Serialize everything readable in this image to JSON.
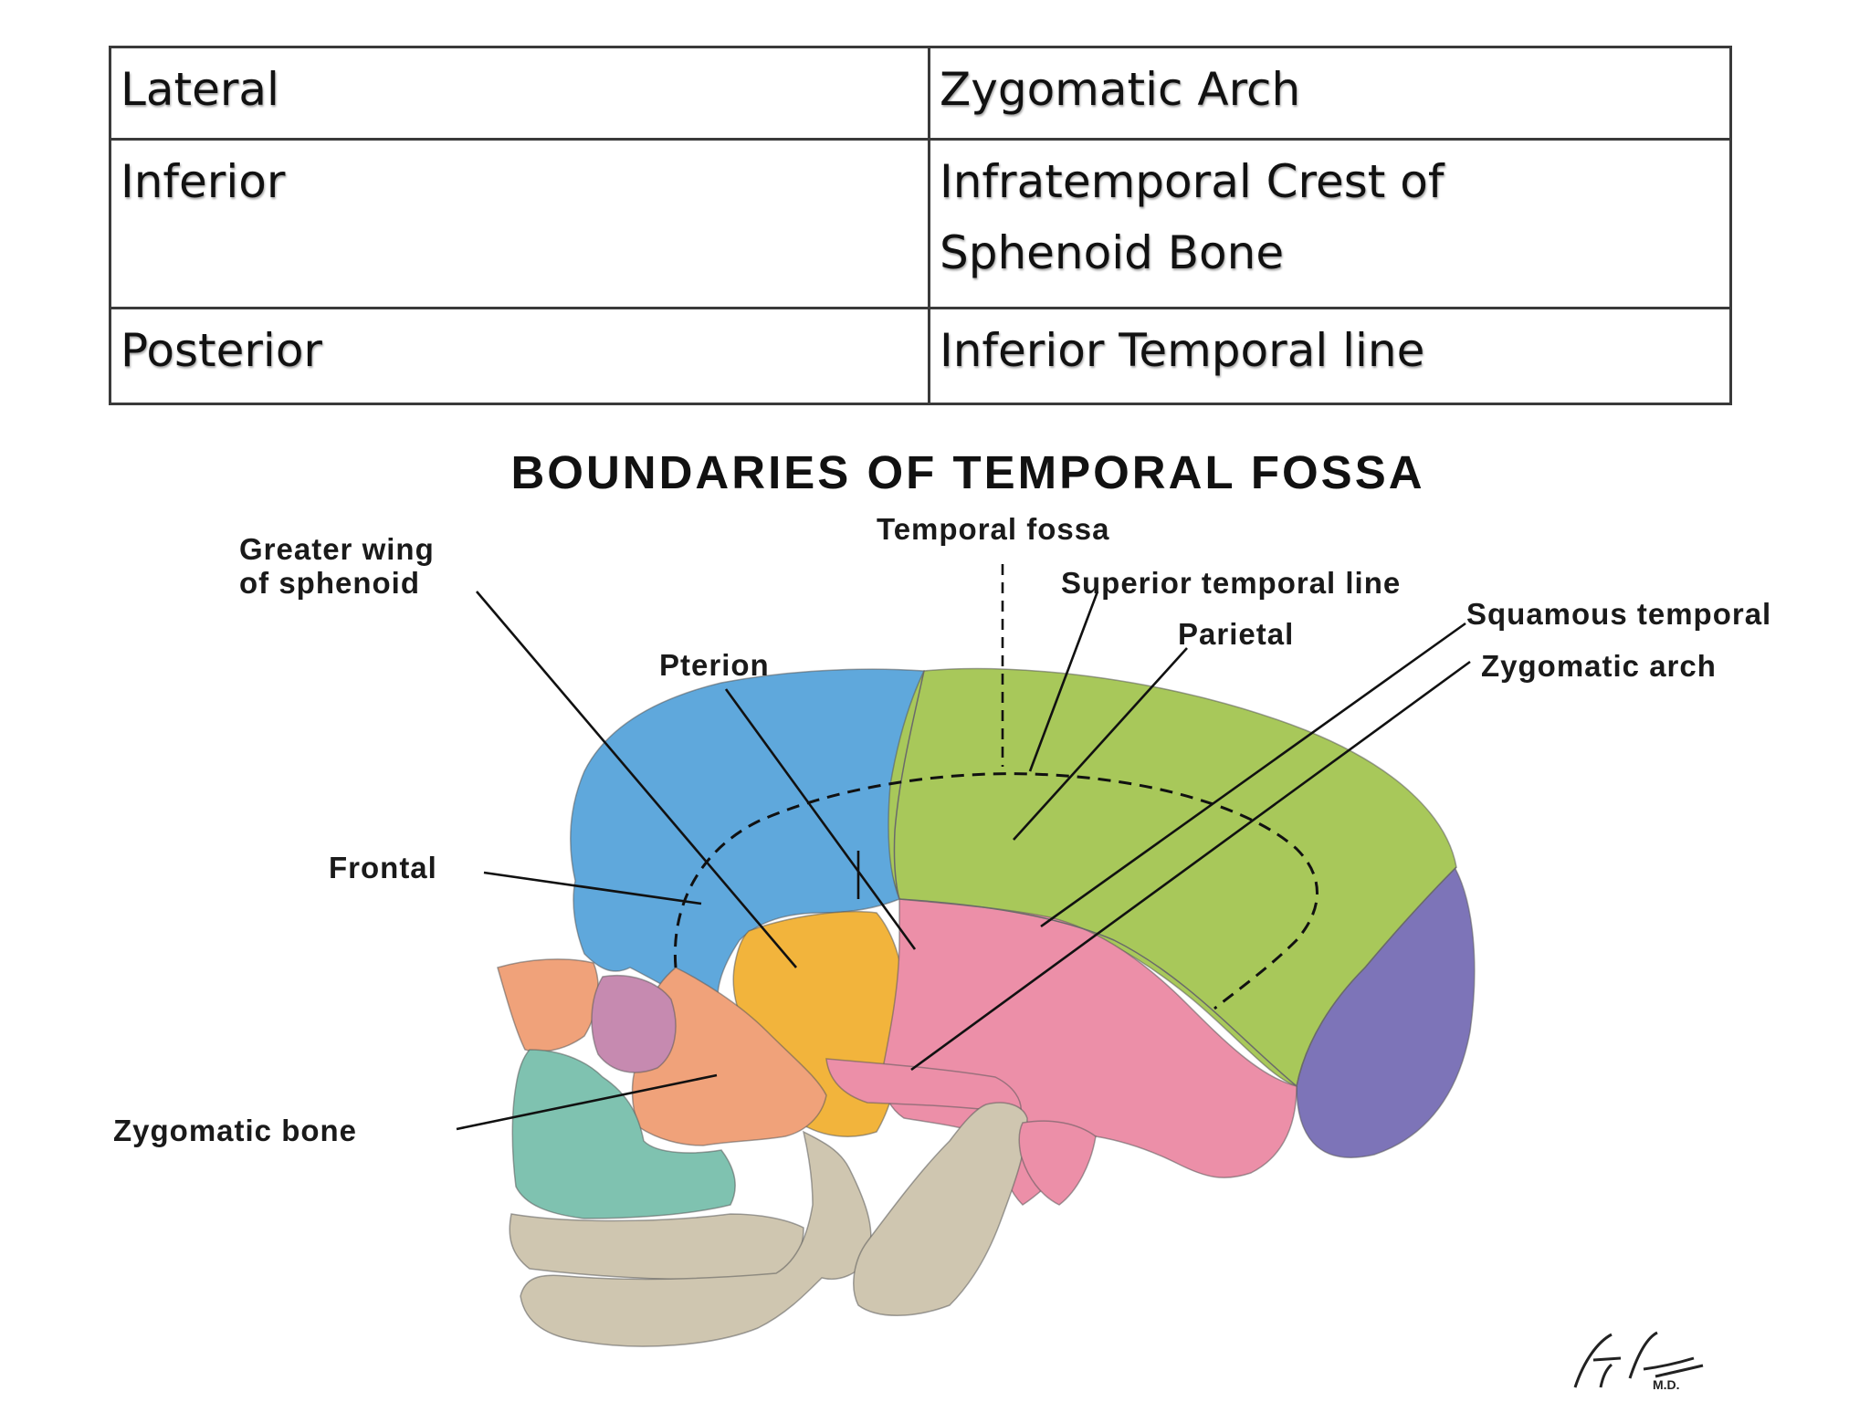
{
  "table": {
    "rows": [
      {
        "boundary": "Lateral",
        "structure": "Zygomatic Arch"
      },
      {
        "boundary": "Inferior",
        "structure_line1": "Infratemporal Crest of",
        "structure_line2": "Sphenoid Bone"
      },
      {
        "boundary": "Posterior",
        "structure": "Inferior Temporal line"
      }
    ]
  },
  "diagram": {
    "title": "BOUNDARIES OF TEMPORAL FOSSA",
    "labels": {
      "greater_wing_line1": "Greater wing",
      "greater_wing_line2": "of sphenoid",
      "temporal_fossa": "Temporal fossa",
      "superior_temporal_line": "Superior temporal line",
      "parietal": "Parietal",
      "squamous_temporal": "Squamous temporal",
      "zygomatic_arch": "Zygomatic arch",
      "pterion": "Pterion",
      "frontal": "Frontal",
      "zygomatic_bone": "Zygomatic bone"
    },
    "signature": "F. Netter M.D.",
    "colors": {
      "frontal": "#5fa8dc",
      "parietal": "#a8c85a",
      "occipital": "#7d74b8",
      "temporal": "#ec8fa8",
      "sphenoid": "#f2b43c",
      "zygomatic": "#f0a27a",
      "maxilla": "#7fc2b0",
      "mandible": "#cfc6b0",
      "nasal": "#c68ab0"
    }
  }
}
